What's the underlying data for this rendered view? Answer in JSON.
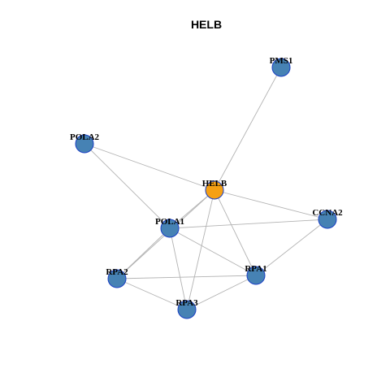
{
  "title": "HELB",
  "colors": {
    "hub": "#f5a014",
    "node": "#4682b4",
    "node_border": "#1a3fc4",
    "edge": "#b3b3b3"
  },
  "nodes": [
    {
      "id": "HELB",
      "label": "HELB",
      "role": "hub"
    },
    {
      "id": "PMS1",
      "label": "PMS1",
      "role": "node"
    },
    {
      "id": "POLA2",
      "label": "POLA2",
      "role": "node"
    },
    {
      "id": "POLA1",
      "label": "POLA1",
      "role": "node"
    },
    {
      "id": "CCNA2",
      "label": "CCNA2",
      "role": "node"
    },
    {
      "id": "RPA1",
      "label": "RPA1",
      "role": "node"
    },
    {
      "id": "RPA2",
      "label": "RPA2",
      "role": "node"
    },
    {
      "id": "RPA3",
      "label": "RPA3",
      "role": "node"
    }
  ],
  "edges": [
    [
      "HELB",
      "PMS1"
    ],
    [
      "HELB",
      "POLA2"
    ],
    [
      "HELB",
      "CCNA2"
    ],
    [
      "HELB",
      "POLA1"
    ],
    [
      "HELB",
      "RPA1"
    ],
    [
      "HELB",
      "RPA2"
    ],
    [
      "HELB",
      "RPA3"
    ],
    [
      "POLA2",
      "POLA1"
    ],
    [
      "POLA1",
      "CCNA2"
    ],
    [
      "POLA1",
      "RPA1"
    ],
    [
      "POLA1",
      "RPA2"
    ],
    [
      "POLA1",
      "RPA3"
    ],
    [
      "CCNA2",
      "RPA1"
    ],
    [
      "RPA2",
      "RPA1"
    ],
    [
      "RPA2",
      "RPA3"
    ],
    [
      "RPA3",
      "RPA1"
    ]
  ]
}
